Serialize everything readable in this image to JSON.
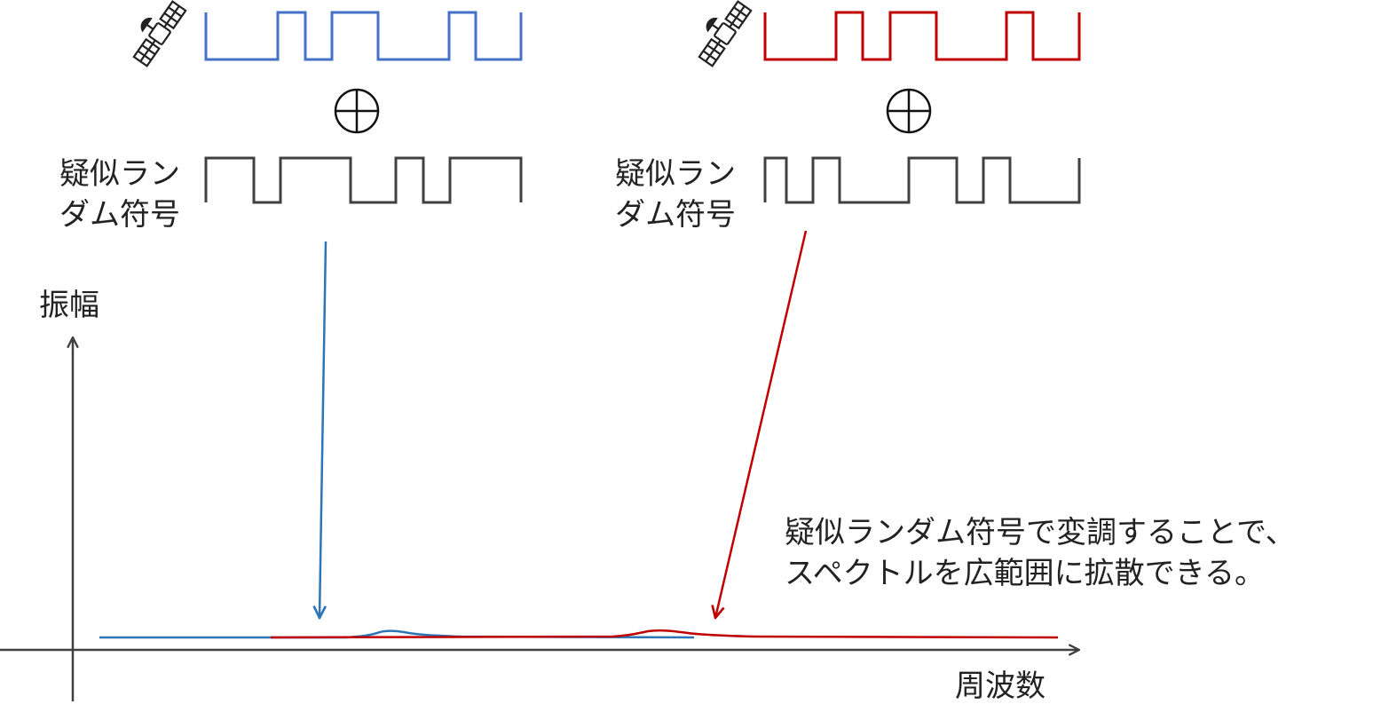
{
  "left_group": {
    "code_label_line1": "疑似ラン",
    "code_label_line2": "ダム符号"
  },
  "right_group": {
    "code_label_line1": "疑似ラン",
    "code_label_line2": "ダム符号"
  },
  "axes": {
    "y_label": "振幅",
    "x_label": "周波数"
  },
  "note": {
    "line1": "疑似ランダム符号で変調することで、",
    "line2": "スペクトルを広範囲に拡散できる。"
  },
  "colors": {
    "satellite1_signal": "#4472C4",
    "satellite2_signal": "#C00000",
    "spectrum1": "#2E75B6",
    "spectrum2": "#C00000",
    "code": "#404040",
    "axis": "#404040"
  },
  "icons": [
    "satellite-icon",
    "xor-operator-icon",
    "arrow-down-icon"
  ]
}
